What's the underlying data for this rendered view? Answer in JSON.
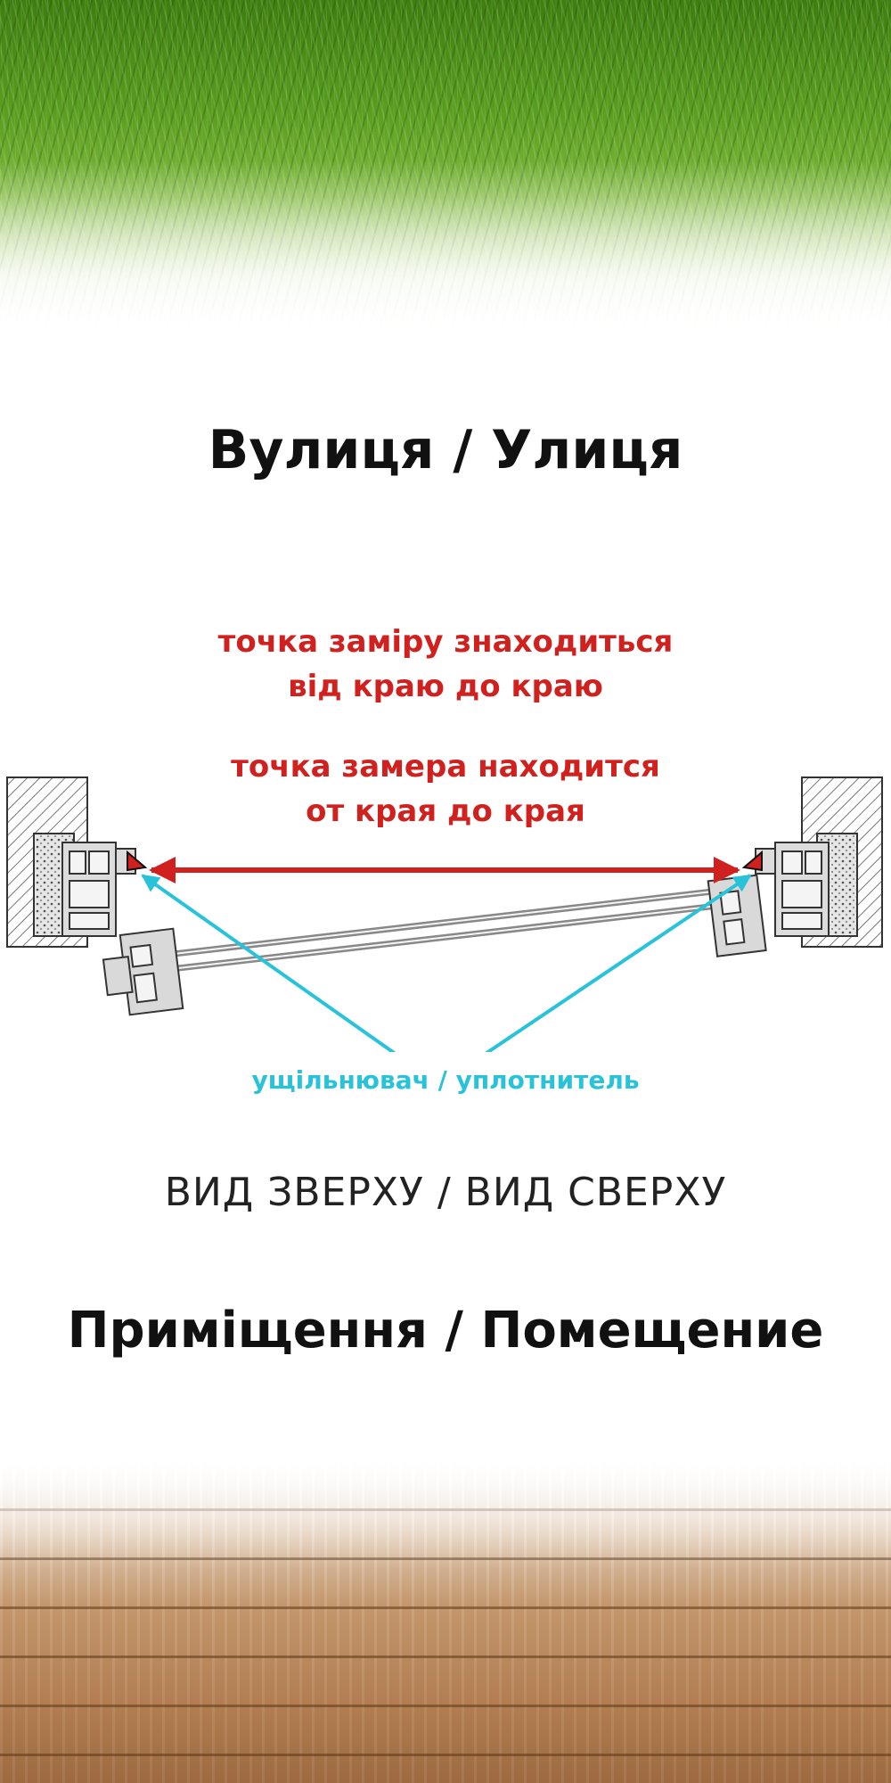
{
  "top_label": "Вулиця / Улиця",
  "measure_note_ua": [
    "точка заміру знаходиться",
    "від краю до краю"
  ],
  "measure_note_ru": [
    "точка замера находится",
    "от края до края"
  ],
  "seal_label": "ущільнювач / уплотнитель",
  "view_label": "ВИД ЗВЕРХУ / ВИД СВЕРХУ",
  "bottom_label": "Приміщення / Помещение",
  "colors": {
    "measure": "#d0211f",
    "seal": "#29c3d9"
  }
}
